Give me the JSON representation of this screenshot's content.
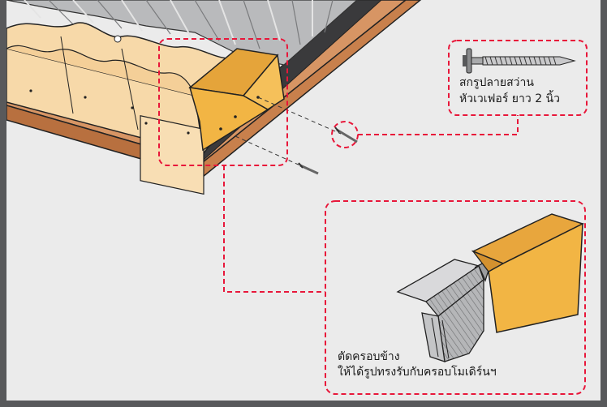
{
  "callouts": {
    "screw_line1": "สกรูปลายสว่าน",
    "screw_line2": "หัวเวเฟอร์  ยาว 2 นิ้ว",
    "cut_line1": "ตัดครอบข้าง",
    "cut_line2": "ให้ได้รูปทรงรับกับครอบโมเดิร์นฯ"
  },
  "colors": {
    "frame": "#58595b",
    "background": "#ebebeb",
    "callout_red": "#e8173a",
    "cap_orange": "#f2b544",
    "tile_beige": "#f6d8aa",
    "board_brown": "#c0794a",
    "metal_gray": "#a9aaac"
  },
  "icons": [
    "wafer-head-screw-icon",
    "side-ridge-cap-icon",
    "modern-ridge-cap-icon"
  ]
}
